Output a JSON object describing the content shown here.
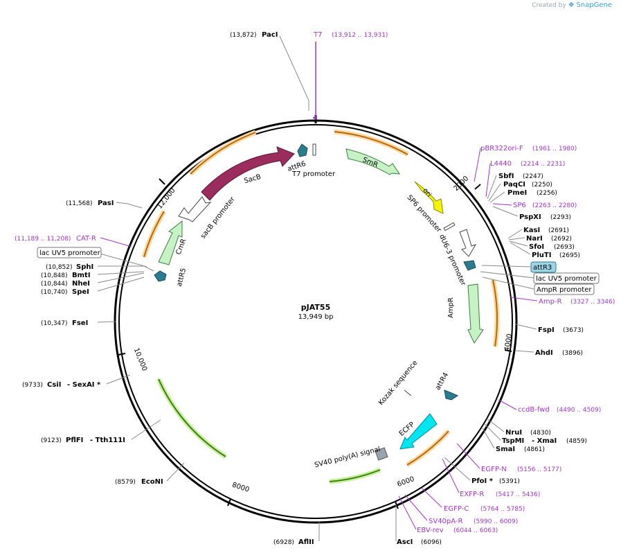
{
  "credit": {
    "prefix": "Created by",
    "brand": "SnapGene"
  },
  "plasmid": {
    "name": "pJAT55",
    "size": "13,949 bp"
  },
  "ticks": [
    "2000",
    "4000",
    "6000",
    "8000",
    "10,000",
    "12,000"
  ],
  "left_sites": [
    {
      "pos": "(13,872)",
      "name": "PacI"
    },
    {
      "pos": "(11,568)",
      "name": "PasI"
    },
    {
      "pos": "(10,852)",
      "name": "SphI"
    },
    {
      "pos": "(10,848)",
      "name": "BmtI"
    },
    {
      "pos": "(10,844)",
      "name": "NheI"
    },
    {
      "pos": "(10,740)",
      "name": "SpeI"
    },
    {
      "pos": "(10,347)",
      "name": "FseI"
    },
    {
      "pos": "(9733)",
      "name": "CsiI",
      "extra": "- SexAI *"
    },
    {
      "pos": "(9123)",
      "name": "PflFI",
      "extra": "- Tth111I"
    },
    {
      "pos": "(8579)",
      "name": "EcoNI"
    },
    {
      "pos": "(6928)",
      "name": "AflII"
    }
  ],
  "right_sites": [
    {
      "name": "SbfI",
      "pos": "(2247)"
    },
    {
      "name": "PaqCI",
      "pos": "(2250)"
    },
    {
      "name": "PmeI",
      "pos": "(2256)"
    },
    {
      "name": "PspXI",
      "pos": "(2293)"
    },
    {
      "name": "KasI",
      "pos": "(2691)"
    },
    {
      "name": "NarI",
      "pos": "(2692)"
    },
    {
      "name": "SfoI",
      "pos": "(2693)"
    },
    {
      "name": "PluTI",
      "pos": "(2695)"
    },
    {
      "name": "FspI",
      "pos": "(3673)"
    },
    {
      "name": "AhdI",
      "pos": "(3896)"
    },
    {
      "name": "NruI",
      "pos": "(4830)"
    },
    {
      "name": "TspMI",
      "pos": "(4859)",
      "extra": "- XmaI"
    },
    {
      "name": "SmaI",
      "pos": "(4861)"
    },
    {
      "name": "PfoI *",
      "pos": "(5391)"
    },
    {
      "name": "AscI",
      "pos": "(6096)"
    }
  ],
  "primers": [
    {
      "name": "T7",
      "range": "(13,912 .. 13,931)"
    },
    {
      "name": "pBR322ori-F",
      "range": "(1961 .. 1980)"
    },
    {
      "name": "L4440",
      "range": "(2214 .. 2231)"
    },
    {
      "name": "SP6",
      "range": "(2263 .. 2280)"
    },
    {
      "name": "Amp-R",
      "range": "(3327 .. 3346)"
    },
    {
      "name": "ccdB-fwd",
      "range": "(4490 .. 4509)"
    },
    {
      "name": "EGFP-N",
      "range": "(5156 .. 5177)"
    },
    {
      "name": "EXFP-R",
      "range": "(5417 .. 5436)"
    },
    {
      "name": "EGFP-C",
      "range": "(5764 .. 5785)"
    },
    {
      "name": "SV40pA-R",
      "range": "(5990 .. 6009)"
    },
    {
      "name": "EBV-rev",
      "range": "(6044 .. 6063)"
    },
    {
      "name": "CAT-R",
      "range": "(11,189 .. 11,208)"
    }
  ],
  "boxed_labels": [
    "lac UV5 promoter",
    "attR3",
    "lac UV5 promoter",
    "AmpR promoter"
  ],
  "features": {
    "sacb": "SacB",
    "sacb_promoter": "sacB promoter",
    "cmr": "CmR",
    "attr5": "attR5",
    "attr6": "attR6",
    "t7_promoter": "T7 promoter",
    "smr": "SmR",
    "ori": "ori",
    "sp6_promoter": "SP6 promoter",
    "du6_promoter": "dU6-3 promoter",
    "ampr": "AmpR",
    "attr4": "attR4",
    "kozak": "Kozak sequence",
    "ecfp": "ECFP",
    "sv40": "SV40 poly(A) signal"
  },
  "colors": {
    "backbone": "#000000",
    "primer": "#a233c9",
    "sacb": "#9b2d5e",
    "resistance": "#c6f2c6",
    "ori": "#f5f500",
    "att": "#2a7d91",
    "ecfp": "#00e6f0",
    "orf_arc": "#b8670c",
    "orf_glow": "#fbd9a0",
    "green_arc": "#3a7d13",
    "green_glow": "#c9f19d",
    "terminator": "#9aa3ad"
  }
}
